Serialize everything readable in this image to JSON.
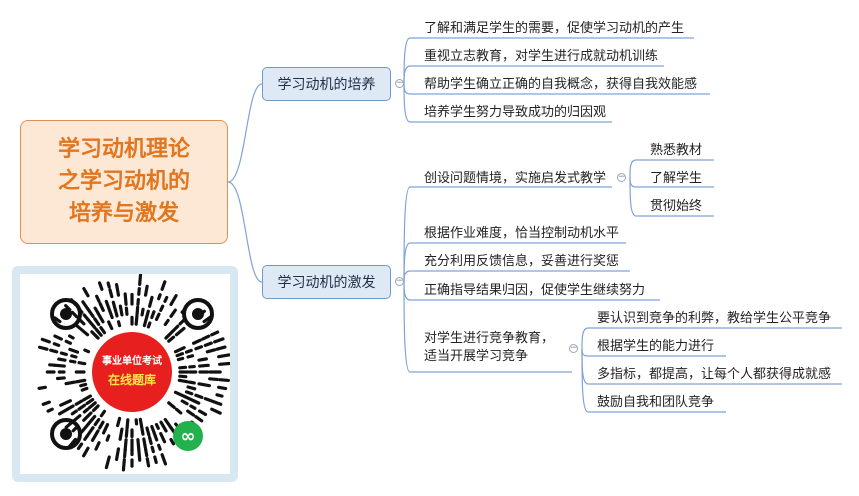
{
  "root": {
    "title": "学习动机理论\n之学习动机的\n培养与激发"
  },
  "branches": [
    {
      "label": "学习动机的培养",
      "items": [
        {
          "text": "了解和满足学生的需要，促使学习动机的产生"
        },
        {
          "text": "重视立志教育，对学生进行成就动机训练"
        },
        {
          "text": "帮助学生确立正确的自我概念，获得自我效能感"
        },
        {
          "text": "培养学生努力导致成功的归因观"
        }
      ]
    },
    {
      "label": "学习动机的激发",
      "items": [
        {
          "text": "创设问题情境，实施启发式教学",
          "children": [
            "熟悉教材",
            "了解学生",
            "贯彻始终"
          ]
        },
        {
          "text": "根据作业难度，恰当控制动机水平"
        },
        {
          "text": "充分利用反馈信息，妥善进行奖惩"
        },
        {
          "text": "正确指导结果归因，促使学生继续努力"
        },
        {
          "text": "对学生进行竞争教育，\n适当开展学习竞争",
          "children": [
            "要认识到竞争的利弊，教给学生公平竞争",
            "根据学生的能力进行",
            "多指标，都提高，让每个人都获得成就感",
            "鼓励自我和团队竞争"
          ]
        }
      ]
    }
  ],
  "qr": {
    "line1": "事业单位考试",
    "line2": "在线题库",
    "logo_icon": "mini-program-icon"
  },
  "colors": {
    "root_border": "#e1914f",
    "root_fill": "#fde8d6",
    "root_text": "#e1761f",
    "branch_border": "#6f99c9",
    "branch_fill": "#dfe9f6",
    "line": "#7fa3d6",
    "badge_red": "#e71f1f",
    "badge_yellow": "#ffe94a"
  }
}
